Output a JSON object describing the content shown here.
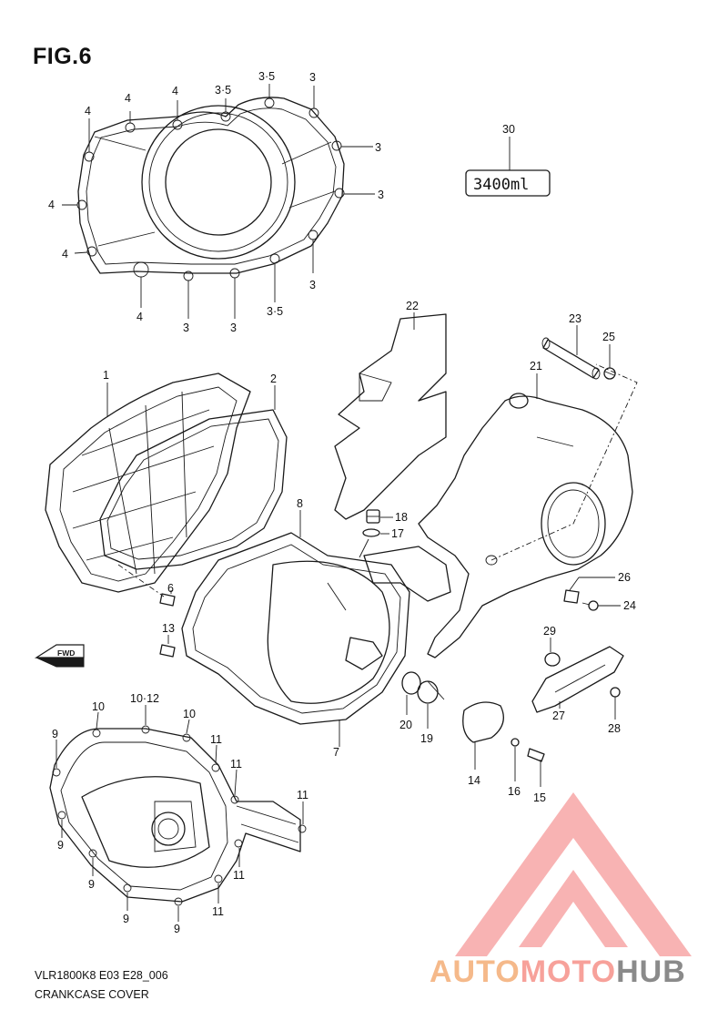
{
  "figure": {
    "title": "FIG.6",
    "model_code": "VLR1800K8 E03 E28_006",
    "caption": "CRANKCASE COVER"
  },
  "fwd_symbol_text": "FWD",
  "box_30_text": "3400ml",
  "callouts_top": [
    "4",
    "4",
    "4",
    "3·5",
    "3·5",
    "3",
    "4",
    "4",
    "4",
    "3",
    "3",
    "4",
    "3",
    "3",
    "3·5",
    "3"
  ],
  "callouts_main": [
    "1",
    "2",
    "6",
    "8",
    "13",
    "22",
    "23",
    "25",
    "21",
    "18",
    "17",
    "26",
    "24",
    "29",
    "27",
    "28",
    "7",
    "20",
    "19",
    "14",
    "16",
    "15",
    "30"
  ],
  "callouts_bottom": [
    "10",
    "10·12",
    "10",
    "9",
    "11",
    "11",
    "11",
    "9",
    "9",
    "9",
    "9",
    "11",
    "11"
  ],
  "watermark": {
    "part1": "AUTO",
    "part2": "MOTO",
    "part3": "HUB",
    "colors": {
      "auto": "#f5b98a",
      "moto": "#f7a19a",
      "hub": "#8a8a8a",
      "triangle": "#f59a9a"
    }
  }
}
